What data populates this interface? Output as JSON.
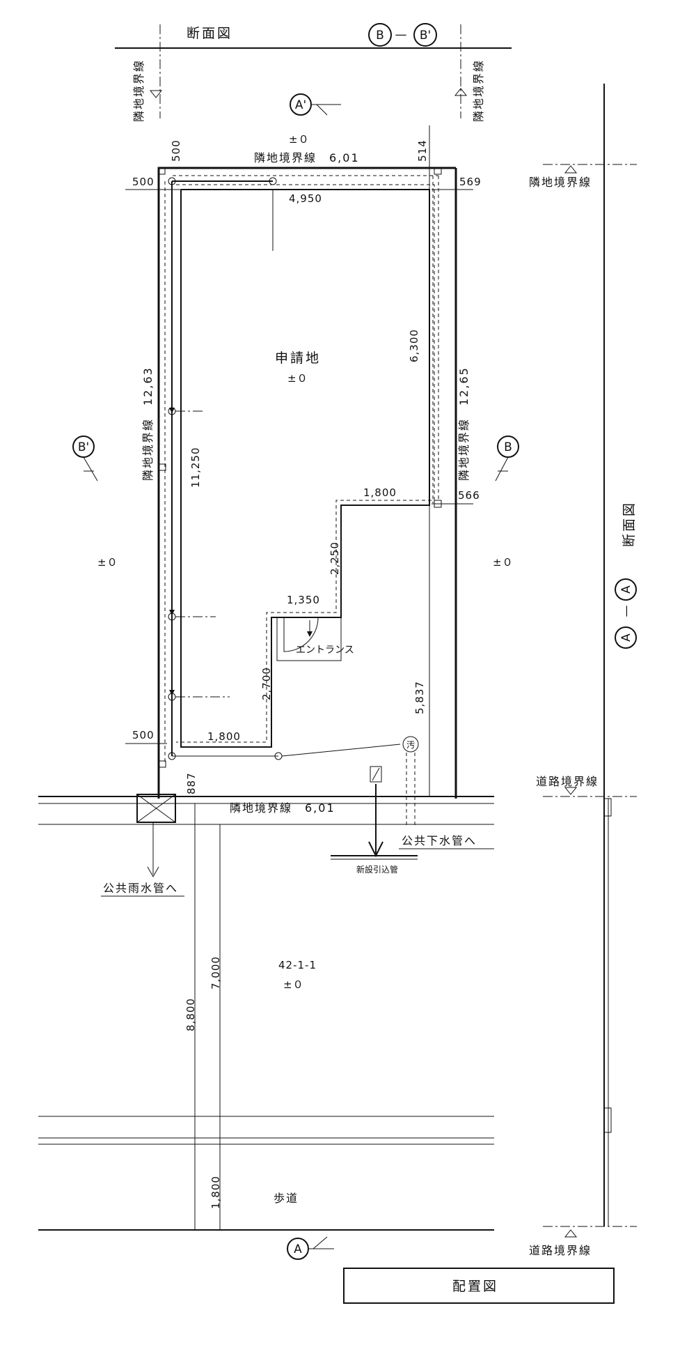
{
  "title": "配置図",
  "section_bb": {
    "title": "断面図",
    "mark_left": "B",
    "separator": "—",
    "mark_right": "B'"
  },
  "section_aa": {
    "title": "断面図",
    "mark_a": "A",
    "separator": "—",
    "mark_a2": "A"
  },
  "section_marks": {
    "a_prime": "A'",
    "a": "A",
    "b_prime": "B'",
    "b": "B"
  },
  "labels": {
    "site": "申請地",
    "level_zero": "±０",
    "neighbor_boundary": "隣地境界線",
    "road_boundary": "道路境界線",
    "entrance": "エントランス",
    "road_number": "42-1-1",
    "sidewalk": "歩道",
    "public_sewer": "公共下水管へ",
    "public_storm": "公共雨水管へ",
    "new_service_pipe": "新設引込管",
    "sewage_symbol": "汚"
  },
  "dimensions": {
    "top_boundary": "隣地境界線　6,01",
    "bottom_boundary": "隣地境界線　6,01",
    "left_boundary": "隣地境界線　12,63",
    "right_boundary": "隣地境界線　12,65",
    "d500_top": "500",
    "d514": "514",
    "d500_left": "500",
    "d569": "569",
    "d4950": "4,950",
    "d6300": "6,300",
    "d11250": "11,250",
    "d1800_mid": "1,800",
    "d566": "566",
    "d2250": "2,250",
    "d1350": "1,350",
    "d2700": "2,700",
    "d5837": "5,837",
    "d500_bottom": "500",
    "d1800_bottom": "1,800",
    "d887": "887",
    "d7000": "7,000",
    "d8800": "8,800",
    "d1800_walk": "1,800"
  }
}
